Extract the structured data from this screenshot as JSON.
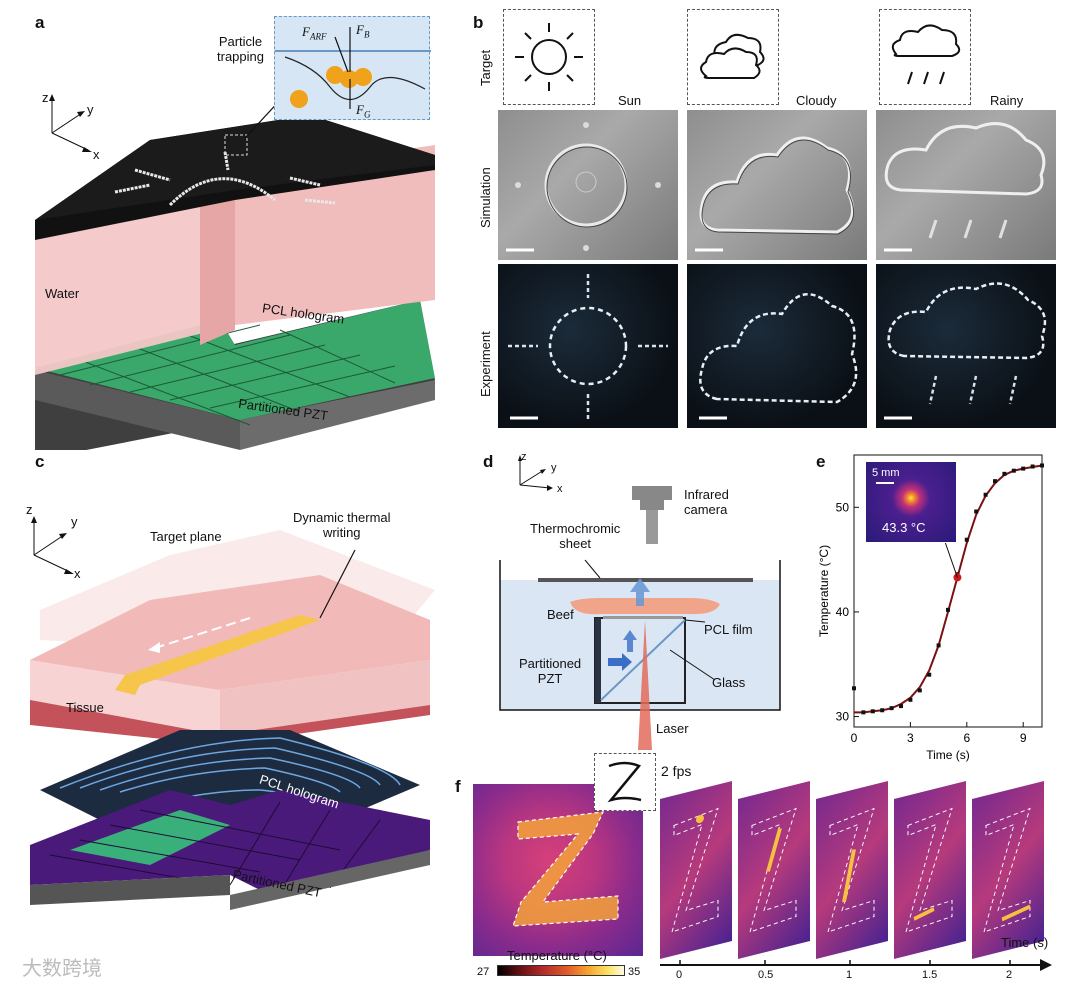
{
  "panels": {
    "a": {
      "letter": "a",
      "axes": {
        "z": "z",
        "y": "y",
        "x": "x"
      },
      "particle_trapping": "Particle\ntrapping",
      "forces": {
        "arf": "F",
        "arf_sub": "ARF",
        "b": "F",
        "b_sub": "B",
        "g": "F",
        "g_sub": "G"
      },
      "water": "Water",
      "pcl_hologram": "PCL hologram",
      "partitioned_pzt": "Partitioned PZT"
    },
    "b": {
      "letter": "b",
      "row_labels": {
        "target": "Target",
        "simulation": "Simulation",
        "experiment": "Experiment"
      },
      "columns": [
        {
          "name": "Sun",
          "icon": "sun-icon"
        },
        {
          "name": "Cloudy",
          "icon": "cloud-icon"
        },
        {
          "name": "Rainy",
          "icon": "rain-icon"
        }
      ]
    },
    "c": {
      "letter": "c",
      "axes": {
        "z": "z",
        "y": "y",
        "x": "x"
      },
      "target_plane": "Target plane",
      "dynamic_thermal_writing": "Dynamic thermal\nwriting",
      "tissue": "Tissue",
      "pcl_hologram": "PCL hologram",
      "partitioned_pzt": "Partitioned PZT"
    },
    "d": {
      "letter": "d",
      "axes": {
        "z": "z",
        "y": "y",
        "x": "x"
      },
      "infrared_camera": "Infrared\ncamera",
      "thermochromic_sheet": "Thermochromic\nsheet",
      "beef": "Beef",
      "pcl_film": "PCL film",
      "partitioned_pzt": "Partitioned\nPZT",
      "glass": "Glass",
      "laser": "Laser"
    },
    "e": {
      "letter": "e",
      "inset_scale": "5 mm",
      "inset_value": "43.3 °C"
    },
    "f": {
      "letter": "f",
      "fps": "2 fps",
      "colorbar_title": "Temperature (°C)",
      "colorbar_min": "27",
      "colorbar_max": "35",
      "time_label": "Time (s)",
      "time_ticks": [
        "0",
        "0.5",
        "1",
        "1.5",
        "2"
      ]
    }
  },
  "chart_data": {
    "type": "line",
    "xlabel": "Time (s)",
    "ylabel": "Temperature (°C)",
    "xlim": [
      0,
      10
    ],
    "ylim": [
      29,
      55
    ],
    "xticks": [
      0,
      3,
      6,
      9
    ],
    "yticks": [
      30,
      40,
      50
    ],
    "series": [
      {
        "kind": "scatter",
        "color": "#111111",
        "x": [
          0,
          0.5,
          1,
          1.5,
          2,
          2.5,
          3,
          3.5,
          4,
          4.5,
          5,
          5.5,
          6,
          6.5,
          7,
          7.5,
          8,
          8.5,
          9,
          9.5,
          10
        ],
        "values": [
          32.7,
          30.4,
          30.5,
          30.6,
          30.8,
          31.0,
          31.6,
          32.5,
          34.0,
          36.8,
          40.2,
          43.6,
          46.9,
          49.6,
          51.2,
          52.5,
          53.2,
          53.5,
          53.7,
          53.9,
          54.0
        ]
      },
      {
        "kind": "line",
        "color": "#7a1010",
        "x": [
          0,
          0.5,
          1,
          1.5,
          2,
          2.5,
          3,
          3.5,
          4,
          4.5,
          5,
          5.5,
          6,
          6.5,
          7,
          7.5,
          8,
          8.5,
          9,
          9.5,
          10
        ],
        "values": [
          30.4,
          30.4,
          30.5,
          30.6,
          30.8,
          31.2,
          31.8,
          32.8,
          34.4,
          36.8,
          40.0,
          43.3,
          46.6,
          49.3,
          51.1,
          52.3,
          53.1,
          53.5,
          53.7,
          53.85,
          54.0
        ]
      }
    ],
    "highlight": {
      "x": 5.5,
      "y": 43.3,
      "color": "#d01818"
    }
  },
  "watermark": "大数跨境"
}
